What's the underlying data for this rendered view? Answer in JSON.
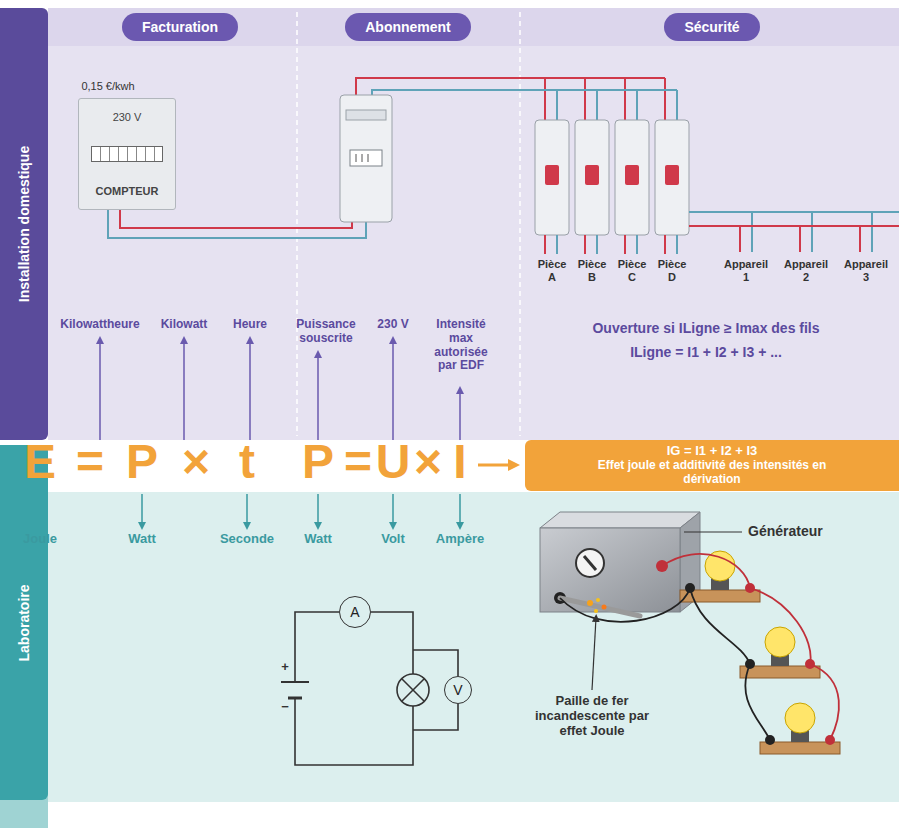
{
  "diagram": {
    "nodes": [
      {
        "text": [
          "Installation domestique"
        ]
      },
      {
        "text": [
          "Laboratoire"
        ]
      },
      {
        "text": [
          "Facturation"
        ]
      },
      {
        "text": [
          "Abonnement"
        ]
      },
      {
        "text": [
          "Sécurité"
        ]
      },
      {
        "text": [
          "230 V",
          "COMPTEUR"
        ]
      },
      {
        "text": [
          "IG = I1 + I2 + I3",
          "Effet joule et additivité des intensités en dérivation"
        ]
      },
      {
        "text": [
          "A"
        ]
      },
      {
        "text": [
          "V"
        ]
      }
    ],
    "labels": [
      "0,15 €/kwh",
      "Pièce A",
      "Pièce B",
      "Pièce C",
      "Pièce D",
      "Appareil 1",
      "Appareil 2",
      "Appareil 3",
      "Kilowattheure",
      "Kilowatt",
      "Heure",
      "Puissance souscrite",
      "230 V",
      "Intensité max autorisée par EDF",
      "Ouverture si ILigne ≥ Imax des fils",
      "ILigne = I1 + I2 + I3 + ...",
      "E",
      "=",
      "P",
      "×",
      "t",
      "P",
      "=",
      "U",
      "×",
      "I",
      "Joule",
      "Watt",
      "Seconde",
      "Watt",
      "Volt",
      "Ampère",
      "+",
      "−",
      "Générateur",
      "Paille de fer incandescente par effet Joule"
    ]
  }
}
